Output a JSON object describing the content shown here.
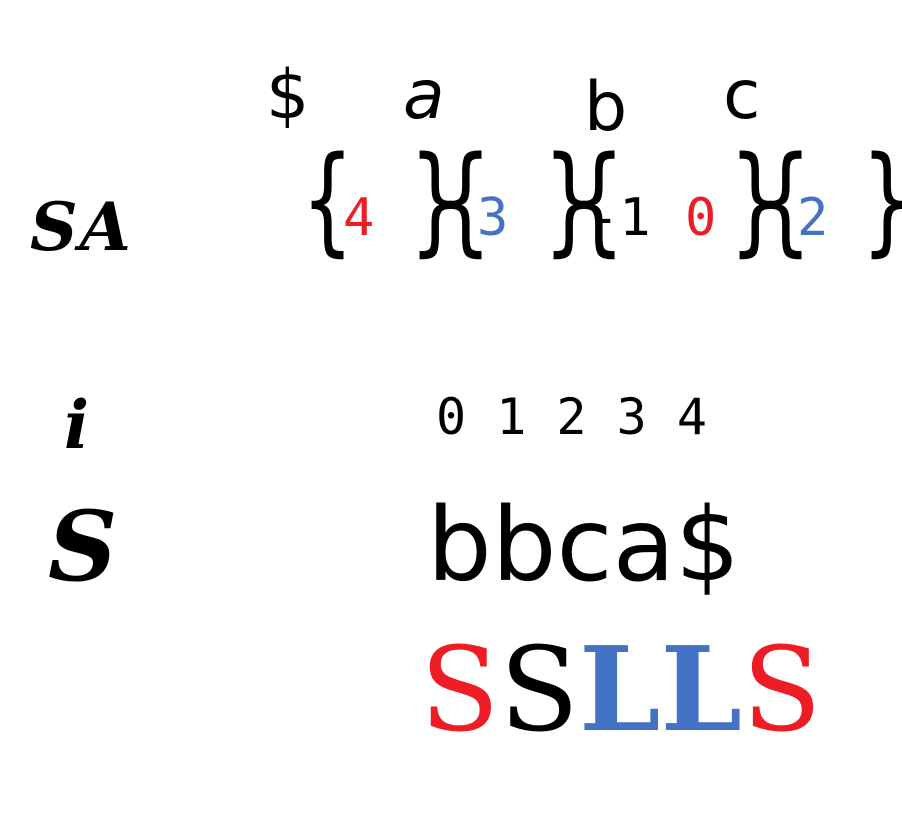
{
  "labels": {
    "sa": "SA",
    "i": "i",
    "s": "S"
  },
  "buckets": [
    {
      "header": "$",
      "entries": [
        {
          "value": "4",
          "color": "#ee1c24"
        }
      ]
    },
    {
      "header": "a",
      "entries": [
        {
          "value": "3",
          "color": "#4472c4"
        }
      ]
    },
    {
      "header": "b",
      "entries": [
        {
          "value": "-1",
          "color": "#000000"
        },
        {
          "value": "0",
          "color": "#ee1c24"
        }
      ]
    },
    {
      "header": "c",
      "entries": [
        {
          "value": "2",
          "color": "#4472c4"
        }
      ]
    }
  ],
  "braces": {
    "open": "{",
    "close": "}"
  },
  "indices": "0 1 2 3 4",
  "string": "bbca$",
  "types": [
    {
      "letter": "S",
      "color": "#ee1c24",
      "bold": false
    },
    {
      "letter": "S",
      "color": "#000000",
      "bold": false
    },
    {
      "letter": "L",
      "color": "#4472c4",
      "bold": true
    },
    {
      "letter": "L",
      "color": "#4472c4",
      "bold": true
    },
    {
      "letter": "S",
      "color": "#ee1c24",
      "bold": false
    }
  ]
}
